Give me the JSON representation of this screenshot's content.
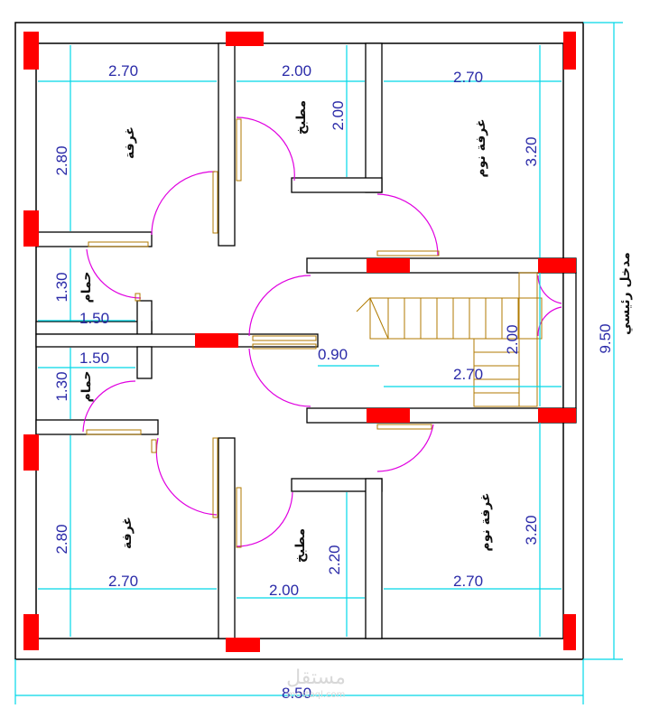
{
  "rooms": {
    "room_top_left": "غرفة",
    "kitchen_top": "مطبخ",
    "bedroom_top": "غرفة نوم",
    "bath_top": "حمام",
    "bath_bottom": "حمام",
    "room_bottom_left": "غرفة",
    "kitchen_bottom": "مطبخ",
    "bedroom_bottom": "غرفة نوم",
    "main_entrance": "مدخل رئيسي"
  },
  "dimensions": {
    "tl_width": "2.70",
    "tl_height": "2.80",
    "kt_width": "2.00",
    "kt_height": "2.00",
    "tr_width": "2.70",
    "tr_height": "3.20",
    "bath_top_height": "1.30",
    "bath_top_width": "1.50",
    "bath_bottom_width": "1.50",
    "bath_bottom_height": "1.30",
    "corridor_width": "0.90",
    "stair_width": "2.70",
    "stair_height": "2.00",
    "bl_width": "2.70",
    "bl_height": "2.80",
    "kb_width": "2.00",
    "kb_height": "2.20",
    "br_width": "2.70",
    "br_height": "3.20",
    "total_height": "9.50",
    "total_width": "8.50"
  },
  "watermark": {
    "arabic": "مستقل",
    "latin": "mostaql.com"
  },
  "colors": {
    "wall": "#000000",
    "column": "#ff0000",
    "dimension": "#00d8e8",
    "door": "#e000e0",
    "text": "#2a2aa8"
  }
}
